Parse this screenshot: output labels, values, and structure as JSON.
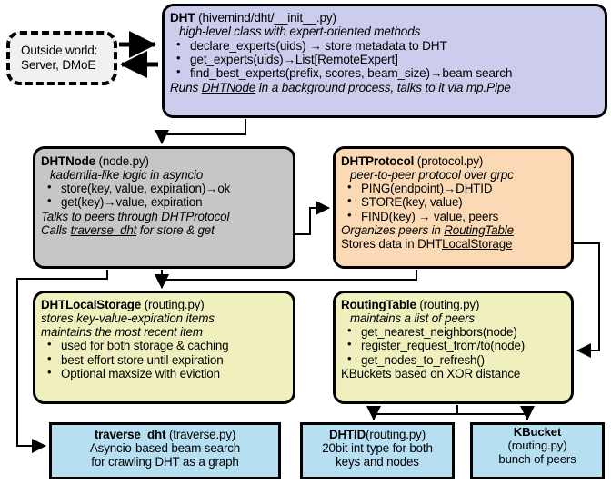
{
  "diagram": {
    "title": "hivemind DHT architecture",
    "colors": {
      "dht": "#ccccec",
      "dhtnode": "#c6c6c6",
      "dhtprotocol": "#fbd9b4",
      "storage": "#f0f0bf",
      "leaf": "#b7dff2",
      "outside": "#f0f0f0",
      "stroke": "#000000"
    }
  },
  "nodes": {
    "outside_world": {
      "line1": "Outside world:",
      "line2": "Server, DMoE"
    },
    "dht": {
      "class_name": "DHT",
      "module": "(hivemind/dht/__init__.py)",
      "subtitle": "high-level class with expert-oriented methods",
      "bullets": [
        "declare_experts(uids) → store metadata to DHT",
        "get_experts(uids)→List[RemoteExpert]",
        "find_best_experts(prefix, scores, beam_size)→beam search"
      ],
      "footer_pre": "Runs ",
      "footer_link": "DHTNode",
      "footer_post": " in a background process, talks to it via mp.Pipe"
    },
    "dhtnode": {
      "class_name": "DHTNode",
      "module": "(node.py)",
      "subtitle": "kademlia-like logic in asyncio",
      "bullets": [
        "store(key, value, expiration)→ok",
        "get(key)→value, expiration"
      ],
      "footer1_pre": "Talks to peers through ",
      "footer1_link": "DHTProtocol",
      "footer2_pre": "Calls ",
      "footer2_link": "traverse_dht",
      "footer2_post": " for store & get"
    },
    "dhtprotocol": {
      "class_name": "DHTProtocol",
      "module": "(protocol.py)",
      "subtitle": "peer-to-peer protocol over grpc",
      "bullets": [
        "PING(endpoint)→DHTID",
        "STORE(key, value)",
        "FIND(key) → value, peers"
      ],
      "footer1_pre": "Organizes peers in ",
      "footer1_link": "RoutingTable",
      "footer2_pre": "Stores data in DHT",
      "footer2_link": "LocalStorage"
    },
    "dhtlocalstorage": {
      "class_name": "DHTLocalStorage",
      "module": "(routing.py)",
      "subtitle1": "stores key-value-expiration items",
      "subtitle2": "maintains the most recent item",
      "bullets": [
        "used for both storage & caching",
        "best-effort store until expiration",
        "Optional maxsize with eviction"
      ]
    },
    "routingtable": {
      "class_name": "RoutingTable",
      "module": "(routing.py)",
      "subtitle": "maintains a list of peers",
      "bullets": [
        "get_nearest_neighbors(node)",
        "register_request_from/to(node)",
        "get_nodes_to_refresh()"
      ],
      "footer": "KBuckets based on XOR distance"
    },
    "traverse_dht": {
      "class_name": "traverse_dht",
      "module": "(traverse.py)",
      "line2": "Asyncio-based beam search",
      "line3": "for crawling DHT as a graph"
    },
    "dhtid": {
      "class_name": "DHTID",
      "module": "(routing.py)",
      "line2": "20bit int type for both",
      "line3": "keys and nodes"
    },
    "kbucket": {
      "class_name": "KBucket",
      "module": "(routing.py)",
      "line2": "bunch of peers"
    }
  },
  "connectors": [
    {
      "name": "outside-to-dht",
      "from": "outside_world",
      "to": "dht",
      "style": "thick-arrow"
    },
    {
      "name": "dht-to-outside",
      "from": "dht",
      "to": "outside_world",
      "style": "thick-arrow"
    },
    {
      "name": "dht-to-dhtnode",
      "from": "dht",
      "to": "dhtnode",
      "style": "elbow-arrow"
    },
    {
      "name": "dhtnode-to-dhtprotocol",
      "from": "dhtnode",
      "to": "dhtprotocol",
      "style": "elbow-arrow"
    },
    {
      "name": "dhtnode-to-dhtlocalstorage",
      "from": "dhtnode",
      "to": "dhtlocalstorage",
      "style": "elbow-arrow"
    },
    {
      "name": "dhtnode-to-traverse-dht",
      "from": "dhtnode",
      "to": "traverse_dht",
      "style": "elbow-arrow"
    },
    {
      "name": "dhtprotocol-to-routingtable",
      "from": "dhtprotocol",
      "to": "routingtable",
      "style": "elbow-arrow"
    },
    {
      "name": "dhtprotocol-to-dhtlocalstorage",
      "from": "dhtprotocol",
      "to": "dhtlocalstorage",
      "style": "elbow-arrow"
    },
    {
      "name": "routingtable-to-dhtid",
      "from": "routingtable",
      "to": "dhtid",
      "style": "fork-arrow"
    },
    {
      "name": "routingtable-to-kbucket",
      "from": "routingtable",
      "to": "kbucket",
      "style": "fork-arrow"
    }
  ]
}
